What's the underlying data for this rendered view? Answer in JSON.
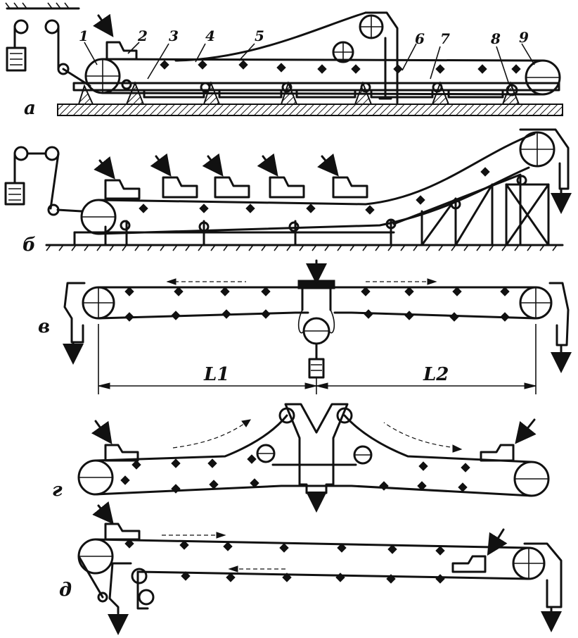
{
  "figure": {
    "variants": [
      "а",
      "б",
      "в",
      "г",
      "д"
    ],
    "component_numbers": [
      "1",
      "2",
      "3",
      "4",
      "5",
      "6",
      "7",
      "8",
      "9"
    ],
    "dimensions": {
      "left": "L1",
      "right": "L2"
    }
  },
  "colors": {
    "ink": "#111111",
    "paper": "#ffffff"
  }
}
